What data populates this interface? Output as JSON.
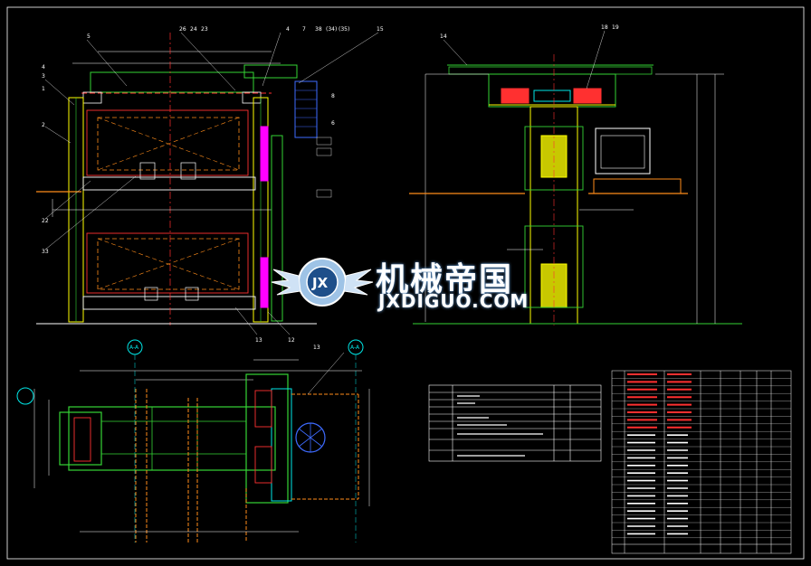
{
  "watermark": {
    "name_cn": "机械帝国",
    "name_en": "JXDIGUO.COM",
    "logo_text": "JX"
  },
  "section_markers": {
    "left": "A-A",
    "right": "A-A"
  },
  "front_view_callouts": [
    "5",
    "26",
    "24",
    "23",
    "4",
    "7",
    "38",
    "(34)",
    "(35)",
    "15",
    "3",
    "4",
    "1",
    "8",
    "2",
    "6",
    "22",
    "33",
    "13",
    "12"
  ],
  "side_view_callouts": [
    "14",
    "18",
    "19"
  ],
  "plan_view_callouts": [
    "13"
  ],
  "colors": {
    "background": "#000000",
    "line_white": "#ffffff",
    "line_green": "#35d435",
    "line_yellow": "#ffff00",
    "line_magenta": "#ff00ff",
    "line_red": "#ff3030",
    "line_cyan": "#00e8e8",
    "line_blue": "#3e6bff",
    "line_orange": "#ff8c1a"
  }
}
